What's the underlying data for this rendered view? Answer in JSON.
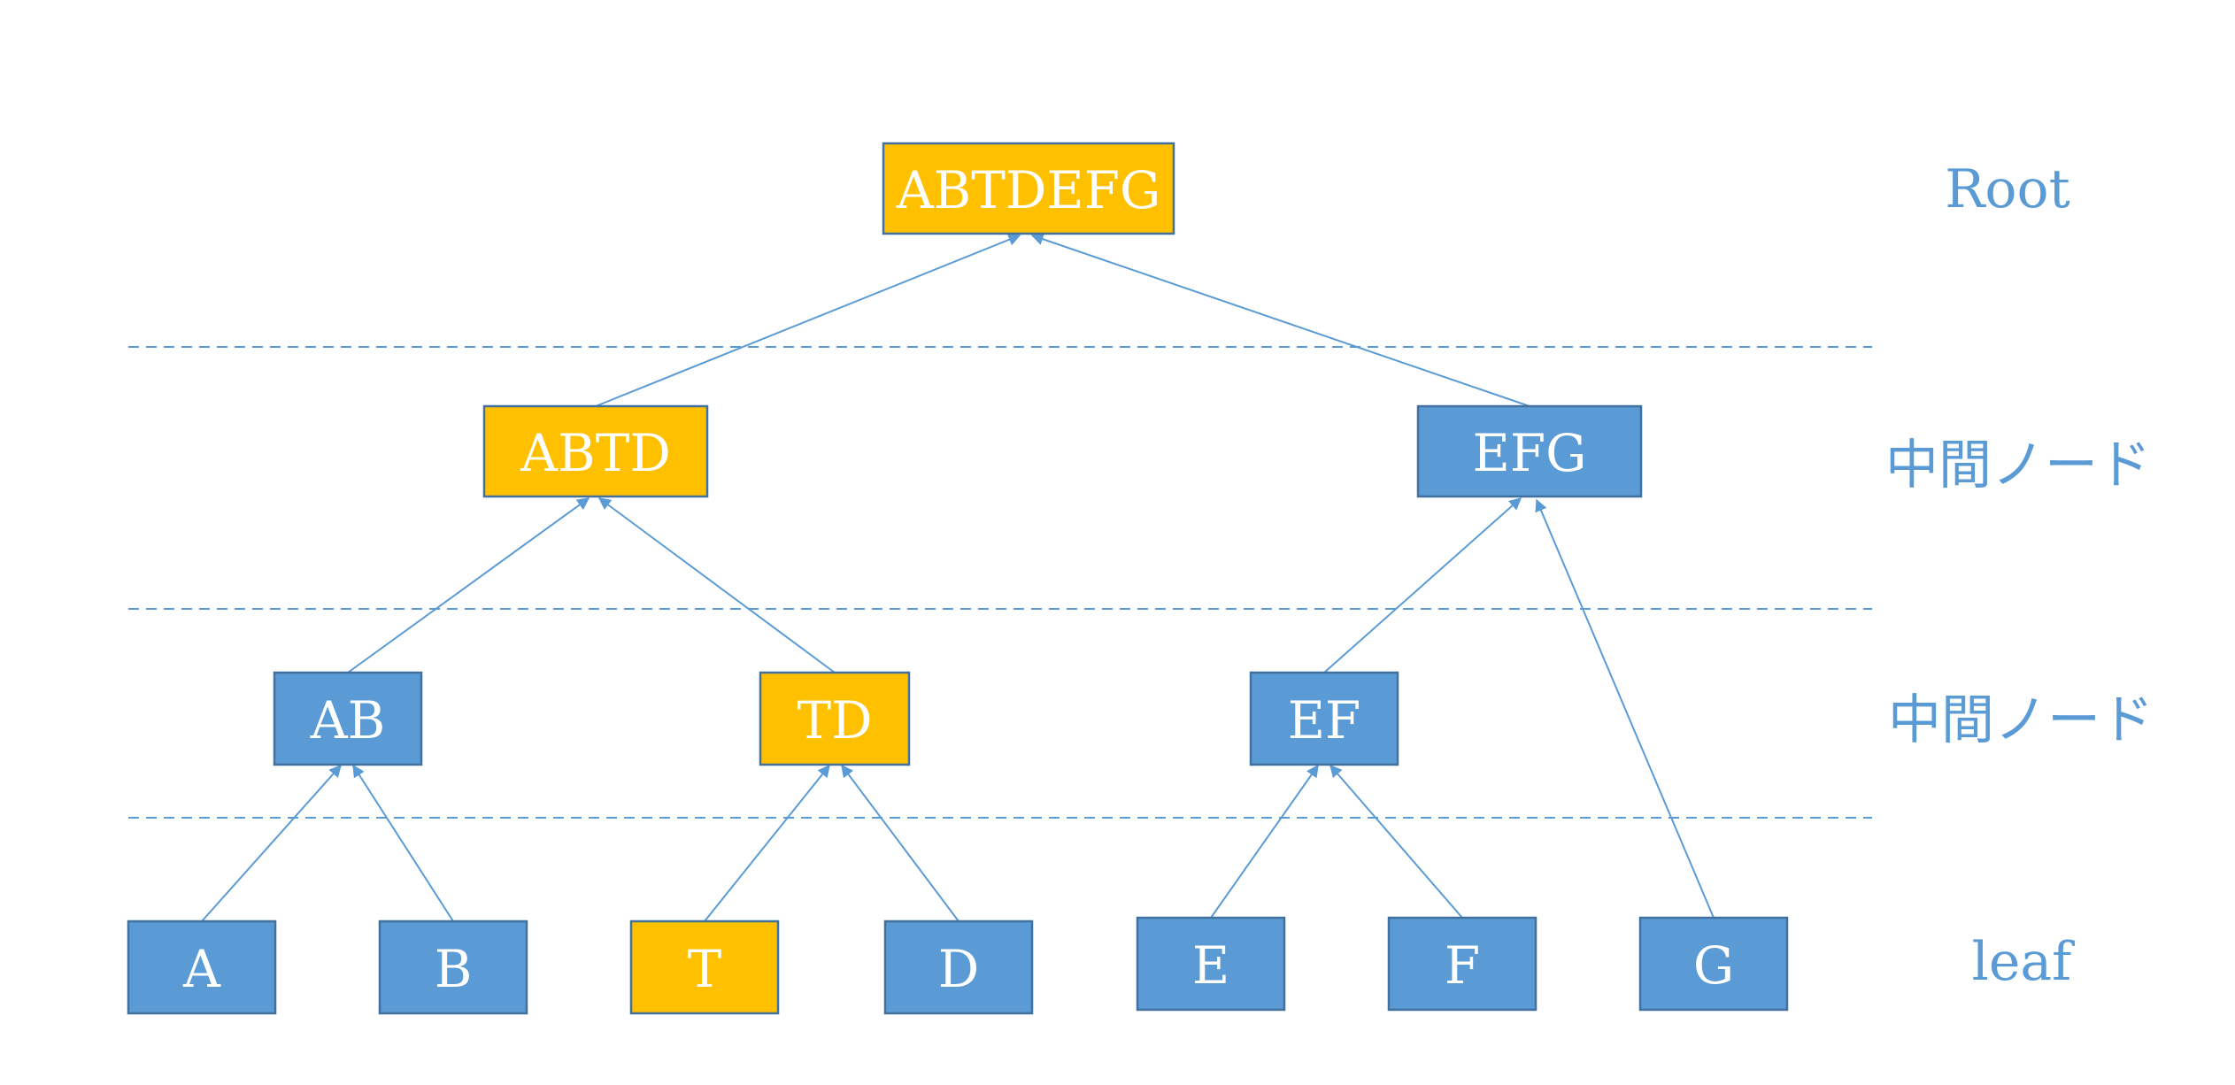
{
  "colors": {
    "highlight": "#ffc000",
    "normal": "#5b9bd5",
    "edge": "#5b9bd5",
    "divider": "#5b9bd5",
    "level_text": "#5b9bd5"
  },
  "levels": [
    {
      "id": "root",
      "label": "Root"
    },
    {
      "id": "mid1",
      "label": "中間ノード"
    },
    {
      "id": "mid2",
      "label": "中間ノード"
    },
    {
      "id": "leaf",
      "label": "leaf"
    }
  ],
  "nodes": [
    {
      "id": "ABTDEFG",
      "label": "ABTDEFG",
      "highlighted": true
    },
    {
      "id": "ABTD",
      "label": "ABTD",
      "highlighted": true
    },
    {
      "id": "EFG",
      "label": "EFG",
      "highlighted": false
    },
    {
      "id": "AB",
      "label": "AB",
      "highlighted": false
    },
    {
      "id": "TD",
      "label": "TD",
      "highlighted": true
    },
    {
      "id": "EF",
      "label": "EF",
      "highlighted": false
    },
    {
      "id": "A",
      "label": "A",
      "highlighted": false
    },
    {
      "id": "B",
      "label": "B",
      "highlighted": false
    },
    {
      "id": "T",
      "label": "T",
      "highlighted": true
    },
    {
      "id": "D",
      "label": "D",
      "highlighted": false
    },
    {
      "id": "E",
      "label": "E",
      "highlighted": false
    },
    {
      "id": "F",
      "label": "F",
      "highlighted": false
    },
    {
      "id": "G",
      "label": "G",
      "highlighted": false
    }
  ],
  "edges": [
    {
      "from": "ABTD",
      "to": "ABTDEFG"
    },
    {
      "from": "EFG",
      "to": "ABTDEFG"
    },
    {
      "from": "AB",
      "to": "ABTD"
    },
    {
      "from": "TD",
      "to": "ABTD"
    },
    {
      "from": "EF",
      "to": "EFG"
    },
    {
      "from": "G",
      "to": "EFG"
    },
    {
      "from": "A",
      "to": "AB"
    },
    {
      "from": "B",
      "to": "AB"
    },
    {
      "from": "T",
      "to": "TD"
    },
    {
      "from": "D",
      "to": "TD"
    },
    {
      "from": "E",
      "to": "EF"
    },
    {
      "from": "F",
      "to": "EF"
    }
  ]
}
